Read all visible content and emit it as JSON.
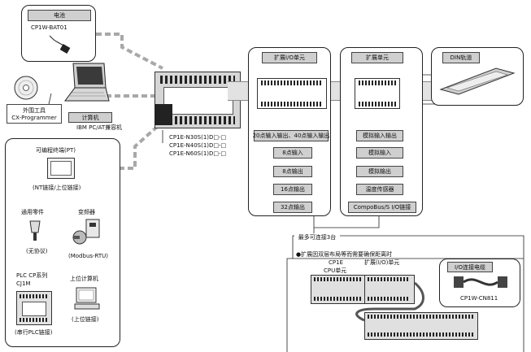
{
  "battery": {
    "title": "电池",
    "model": "CP1W-BAT01"
  },
  "software": {
    "line1": "外围工具",
    "line2": "CX-Programmer"
  },
  "computer": {
    "title": "计算机",
    "compat": "IBM PC/AT兼容机"
  },
  "cpu_models": [
    "CP1E-N30S(1)D□-□",
    "CP1E-N40S(1)D□-□",
    "CP1E-N60S(1)D□-□"
  ],
  "peripherals": {
    "pt_label": "可编程终端(PT)",
    "pt_link": "(NT链接/上位链接)",
    "general_label": "通用零件",
    "general_link": "(无协议)",
    "inverter_label": "变频器",
    "inverter_link": "(Modbus-RTU)",
    "plc_label_1": "PLC CP系列",
    "plc_label_2": "CJ1M",
    "plc_link": "(串行PLC链接)",
    "host_label": "上位计算机",
    "host_link": "(上位链接)"
  },
  "io_units": {
    "title": "扩展I/O单元",
    "items": [
      "20点输入输出、40点输入输出",
      "8点输入",
      "8点输出",
      "16点输出",
      "32点输出"
    ]
  },
  "exp_units": {
    "title": "扩展单元",
    "items": [
      "模拟输入输出",
      "模拟输入",
      "模拟输出",
      "温度传感器",
      "CompoBus/S I/O链接"
    ]
  },
  "din_rail": {
    "title": "DIN轨道"
  },
  "max_note": "最多可连接3台",
  "bottom": {
    "note": "●扩展因双层布局等而需要确保距离时",
    "cpu_line1": "CP1E",
    "cpu_line2": "CPU单元",
    "exp_label": "扩展(I/O)单元",
    "cable_title": "I/O连接电缆",
    "cable_model": "CP1W-CN811"
  }
}
